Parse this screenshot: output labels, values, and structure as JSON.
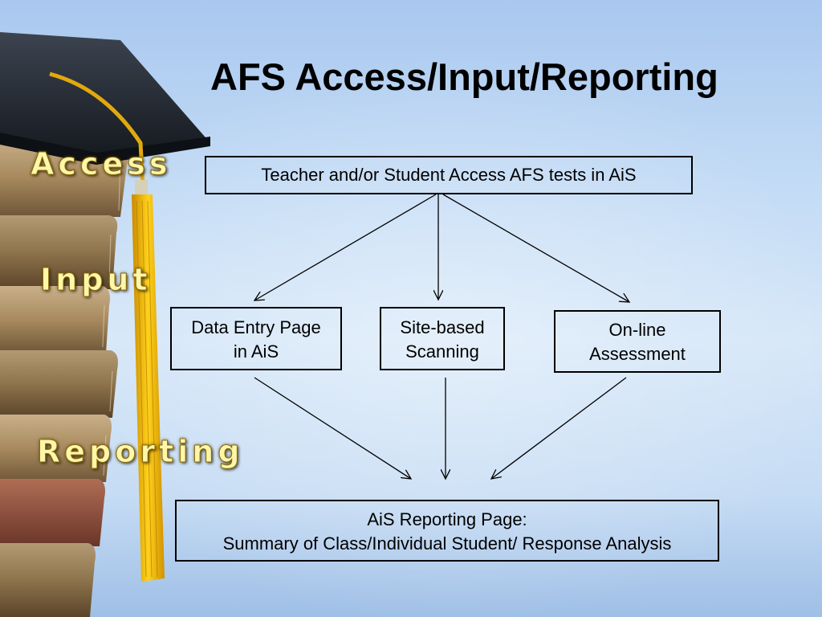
{
  "title": "AFS Access/Input/Reporting",
  "side_labels": {
    "access": "Access",
    "input": "Input",
    "reporting": "Reporting"
  },
  "boxes": {
    "access": "Teacher and/or Student Access AFS tests in AiS",
    "data_entry": [
      "Data Entry Page",
      "in AiS"
    ],
    "site_scanning": [
      "Site-based",
      "Scanning"
    ],
    "online": [
      "On-line",
      "Assessment"
    ],
    "reporting": [
      "AiS Reporting Page:",
      "Summary of Class/Individual Student/ Response Analysis"
    ]
  }
}
